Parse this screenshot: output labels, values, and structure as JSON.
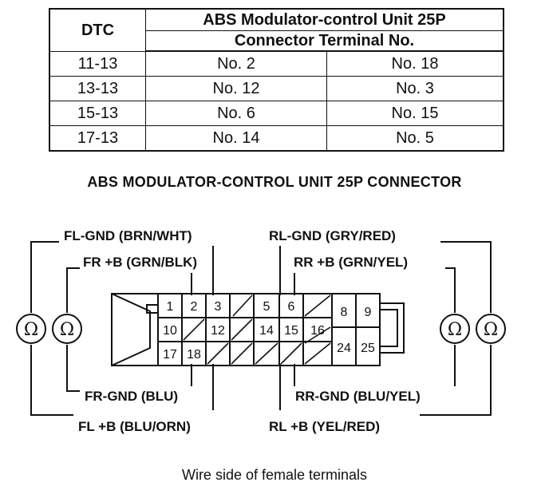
{
  "table": {
    "headers": {
      "dtc": "DTC",
      "terminal_line1": "ABS Modulator-control Unit 25P",
      "terminal_line2": "Connector Terminal No."
    },
    "rows": [
      {
        "dtc": "11-13",
        "a": "No. 2",
        "b": "No. 18"
      },
      {
        "dtc": "13-13",
        "a": "No. 12",
        "b": "No. 3"
      },
      {
        "dtc": "15-13",
        "a": "No. 6",
        "b": "No. 15"
      },
      {
        "dtc": "17-13",
        "a": "No. 14",
        "b": "No. 5"
      }
    ]
  },
  "diagram": {
    "title": "ABS MODULATOR-CONTROL UNIT 25P CONNECTOR",
    "labels": {
      "fl_gnd": "FL-GND (BRN/WHT)",
      "fr_b": "FR +B (GRN/BLK)",
      "rl_gnd": "RL-GND (GRY/RED)",
      "rr_b": "RR +B (GRN/YEL)",
      "fr_gnd": "FR-GND (BLU)",
      "fl_b": "FL +B (BLU/ORN)",
      "rr_gnd": "RR-GND (BLU/YEL)",
      "rl_b": "RL +B (YEL/RED)"
    },
    "ohm_symbol": "Ω",
    "pins": [
      "1",
      "2",
      "3",
      "5",
      "6",
      "8",
      "9",
      "10",
      "12",
      "14",
      "15",
      "16",
      "24",
      "25",
      "17",
      "18"
    ]
  },
  "caption": "Wire side of female terminals"
}
